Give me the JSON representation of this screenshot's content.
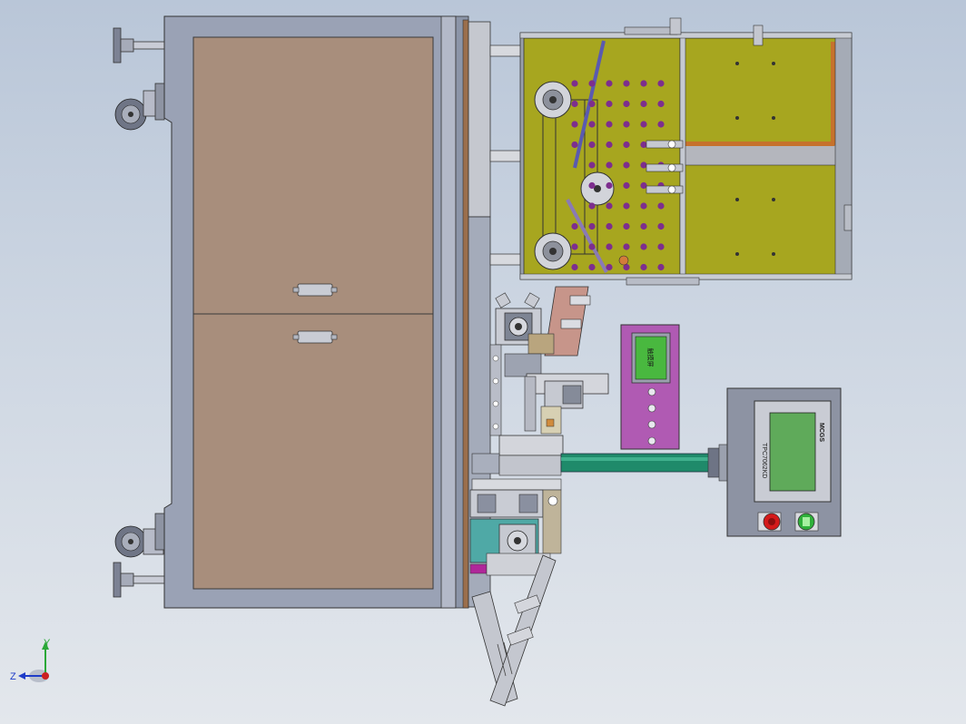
{
  "hmi_panel": {
    "brand_top": "MCGS",
    "brand_side": "TPC7062KD",
    "colors": {
      "housing": "#8d93a3",
      "screen": "#5faa5a",
      "stop": "#d41a1a",
      "start": "#2fb03a"
    }
  },
  "small_panel": {
    "screen_label": "触摸屏",
    "colors": {
      "housing": "#b05ab3",
      "screen": "#49b83f"
    }
  },
  "triad": {
    "y_label": "Y",
    "z_label": "Z",
    "colors": {
      "y": "#2aa838",
      "z": "#1e3cc8",
      "x": "#cc2020"
    }
  },
  "colors": {
    "cabinet_frame": "#9aa2b5",
    "cabinet_door": "#a88e7c",
    "feeder_plate": "#a7a61f",
    "hole": "#7d2e8e",
    "arm_tube": "#1f8a6a"
  }
}
